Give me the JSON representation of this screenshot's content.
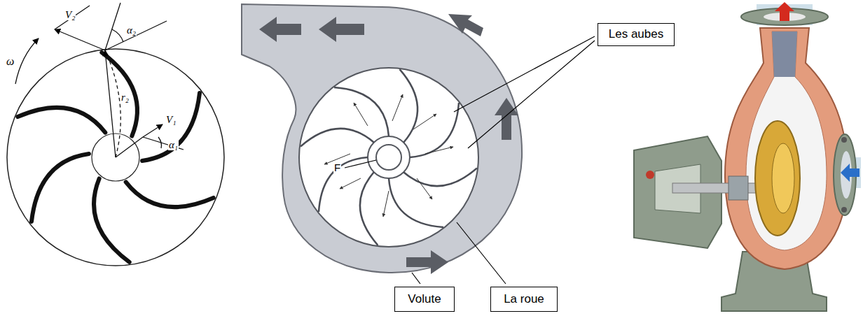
{
  "diagram": {
    "nodes": [
      {
        "text": [
          "Les aubes"
        ]
      },
      {
        "text": [
          "Volute"
        ]
      },
      {
        "text": [
          "La roue"
        ]
      }
    ],
    "labels": [
      "ω",
      "V₂",
      "α₂",
      "r₂",
      "V₁",
      "α₁",
      "F"
    ]
  }
}
